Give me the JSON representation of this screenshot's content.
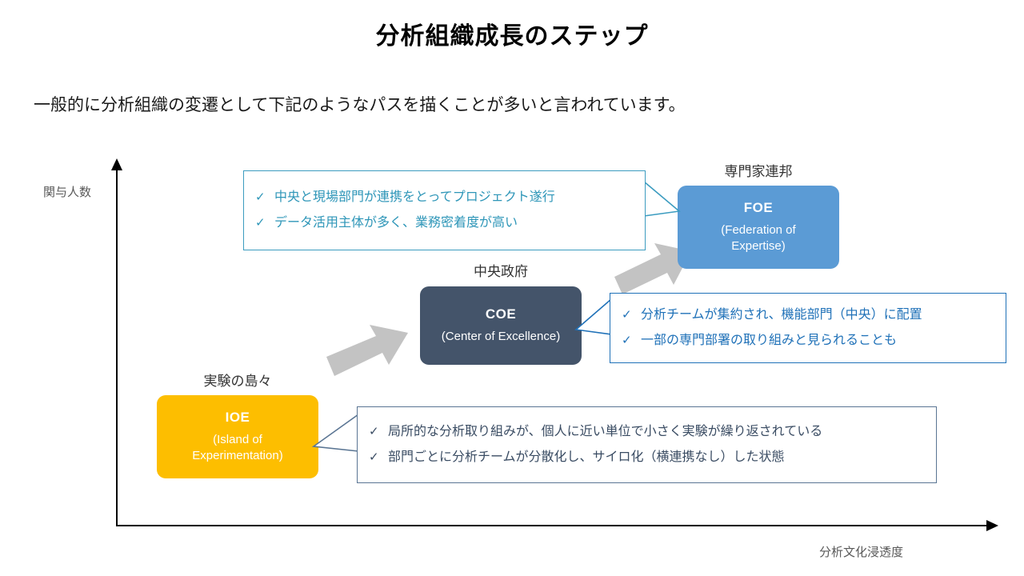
{
  "slide": {
    "title": "分析組織成長のステップ",
    "subtitle": "一般的に分析組織の変遷として下記のようなパスを描くことが多いと言われています。"
  },
  "axes": {
    "y_label": "関与人数",
    "x_label": "分析文化浸透度"
  },
  "stages": [
    {
      "id": "ioe",
      "caption": "実験の島々",
      "abbr": "IOE",
      "full_line1": "(Island of",
      "full_line2": "Experimentation)",
      "color": "#FDBE00"
    },
    {
      "id": "coe",
      "caption": "中央政府",
      "abbr": "COE",
      "full_line1": "(Center of Excellence)",
      "full_line2": "",
      "color": "#44546A"
    },
    {
      "id": "foe",
      "caption": "専門家連邦",
      "abbr": "FOE",
      "full_line1": "(Federation of",
      "full_line2": "Expertise)",
      "color": "#5B9BD5"
    }
  ],
  "callouts": {
    "foe": {
      "check_glyph": "✓",
      "accent": "#3C9CC0",
      "items": [
        "中央と現場部門が連携をとってプロジェクト遂行",
        "データ活用主体が多く、業務密着度が高い"
      ]
    },
    "coe": {
      "check_glyph": "✓",
      "accent": "#1F71B8",
      "items": [
        "分析チームが集約され、機能部門（中央）に配置",
        "一部の専門部署の取り組みと見られることも"
      ]
    },
    "ioe": {
      "check_glyph": "✓",
      "accent": "#5A7593",
      "items": [
        "局所的な分析取り組みが、個人に近い単位で小さく実験が繰り返されている",
        "部門ごとに分析チームが分散化し、サイロ化（横連携なし）した状態"
      ]
    }
  },
  "arrows": {
    "color": "#C3C3C3",
    "ioe_to_coe": "growth-arrow-1",
    "coe_to_foe": "growth-arrow-2"
  }
}
